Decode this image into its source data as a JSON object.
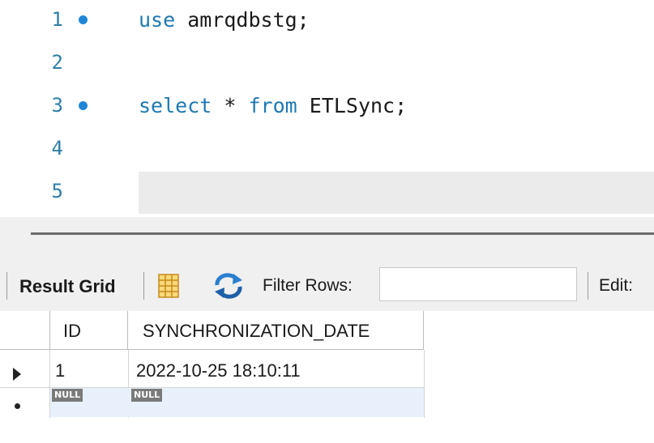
{
  "editor": {
    "lines": [
      {
        "number": "1",
        "has_marker": true,
        "keyword": "use",
        "rest": " amrqdbstg;"
      },
      {
        "number": "2",
        "has_marker": false,
        "keyword": "",
        "rest": ""
      },
      {
        "number": "3",
        "has_marker": true,
        "keyword": "select",
        "rest": " * ",
        "keyword2": "from",
        "rest2": " ETLSync;"
      },
      {
        "number": "4",
        "has_marker": false,
        "keyword": "",
        "rest": ""
      },
      {
        "number": "5",
        "has_marker": false,
        "keyword": "",
        "rest": ""
      }
    ]
  },
  "toolbar": {
    "result_grid_label": "Result Grid",
    "filter_rows_label": "Filter Rows:",
    "filter_value": "",
    "edit_label": "Edit:"
  },
  "grid": {
    "columns": [
      "ID",
      "SYNCHRONIZATION_DATE"
    ],
    "rows": [
      {
        "id": "1",
        "sync_date": "2022-10-25 18:10:11"
      }
    ],
    "new_row": {
      "id": "NULL",
      "sync_date": "NULL"
    }
  },
  "colors": {
    "keyword": "#1f78b4",
    "line_number": "#2e7fa8",
    "marker": "#1f86d6",
    "new_row_bg": "#e8f1fb"
  },
  "icons": {
    "grid": "result-grid-icon",
    "refresh": "refresh-icon",
    "row_pointer": "row-pointer-icon",
    "new_row": "new-row-icon"
  }
}
